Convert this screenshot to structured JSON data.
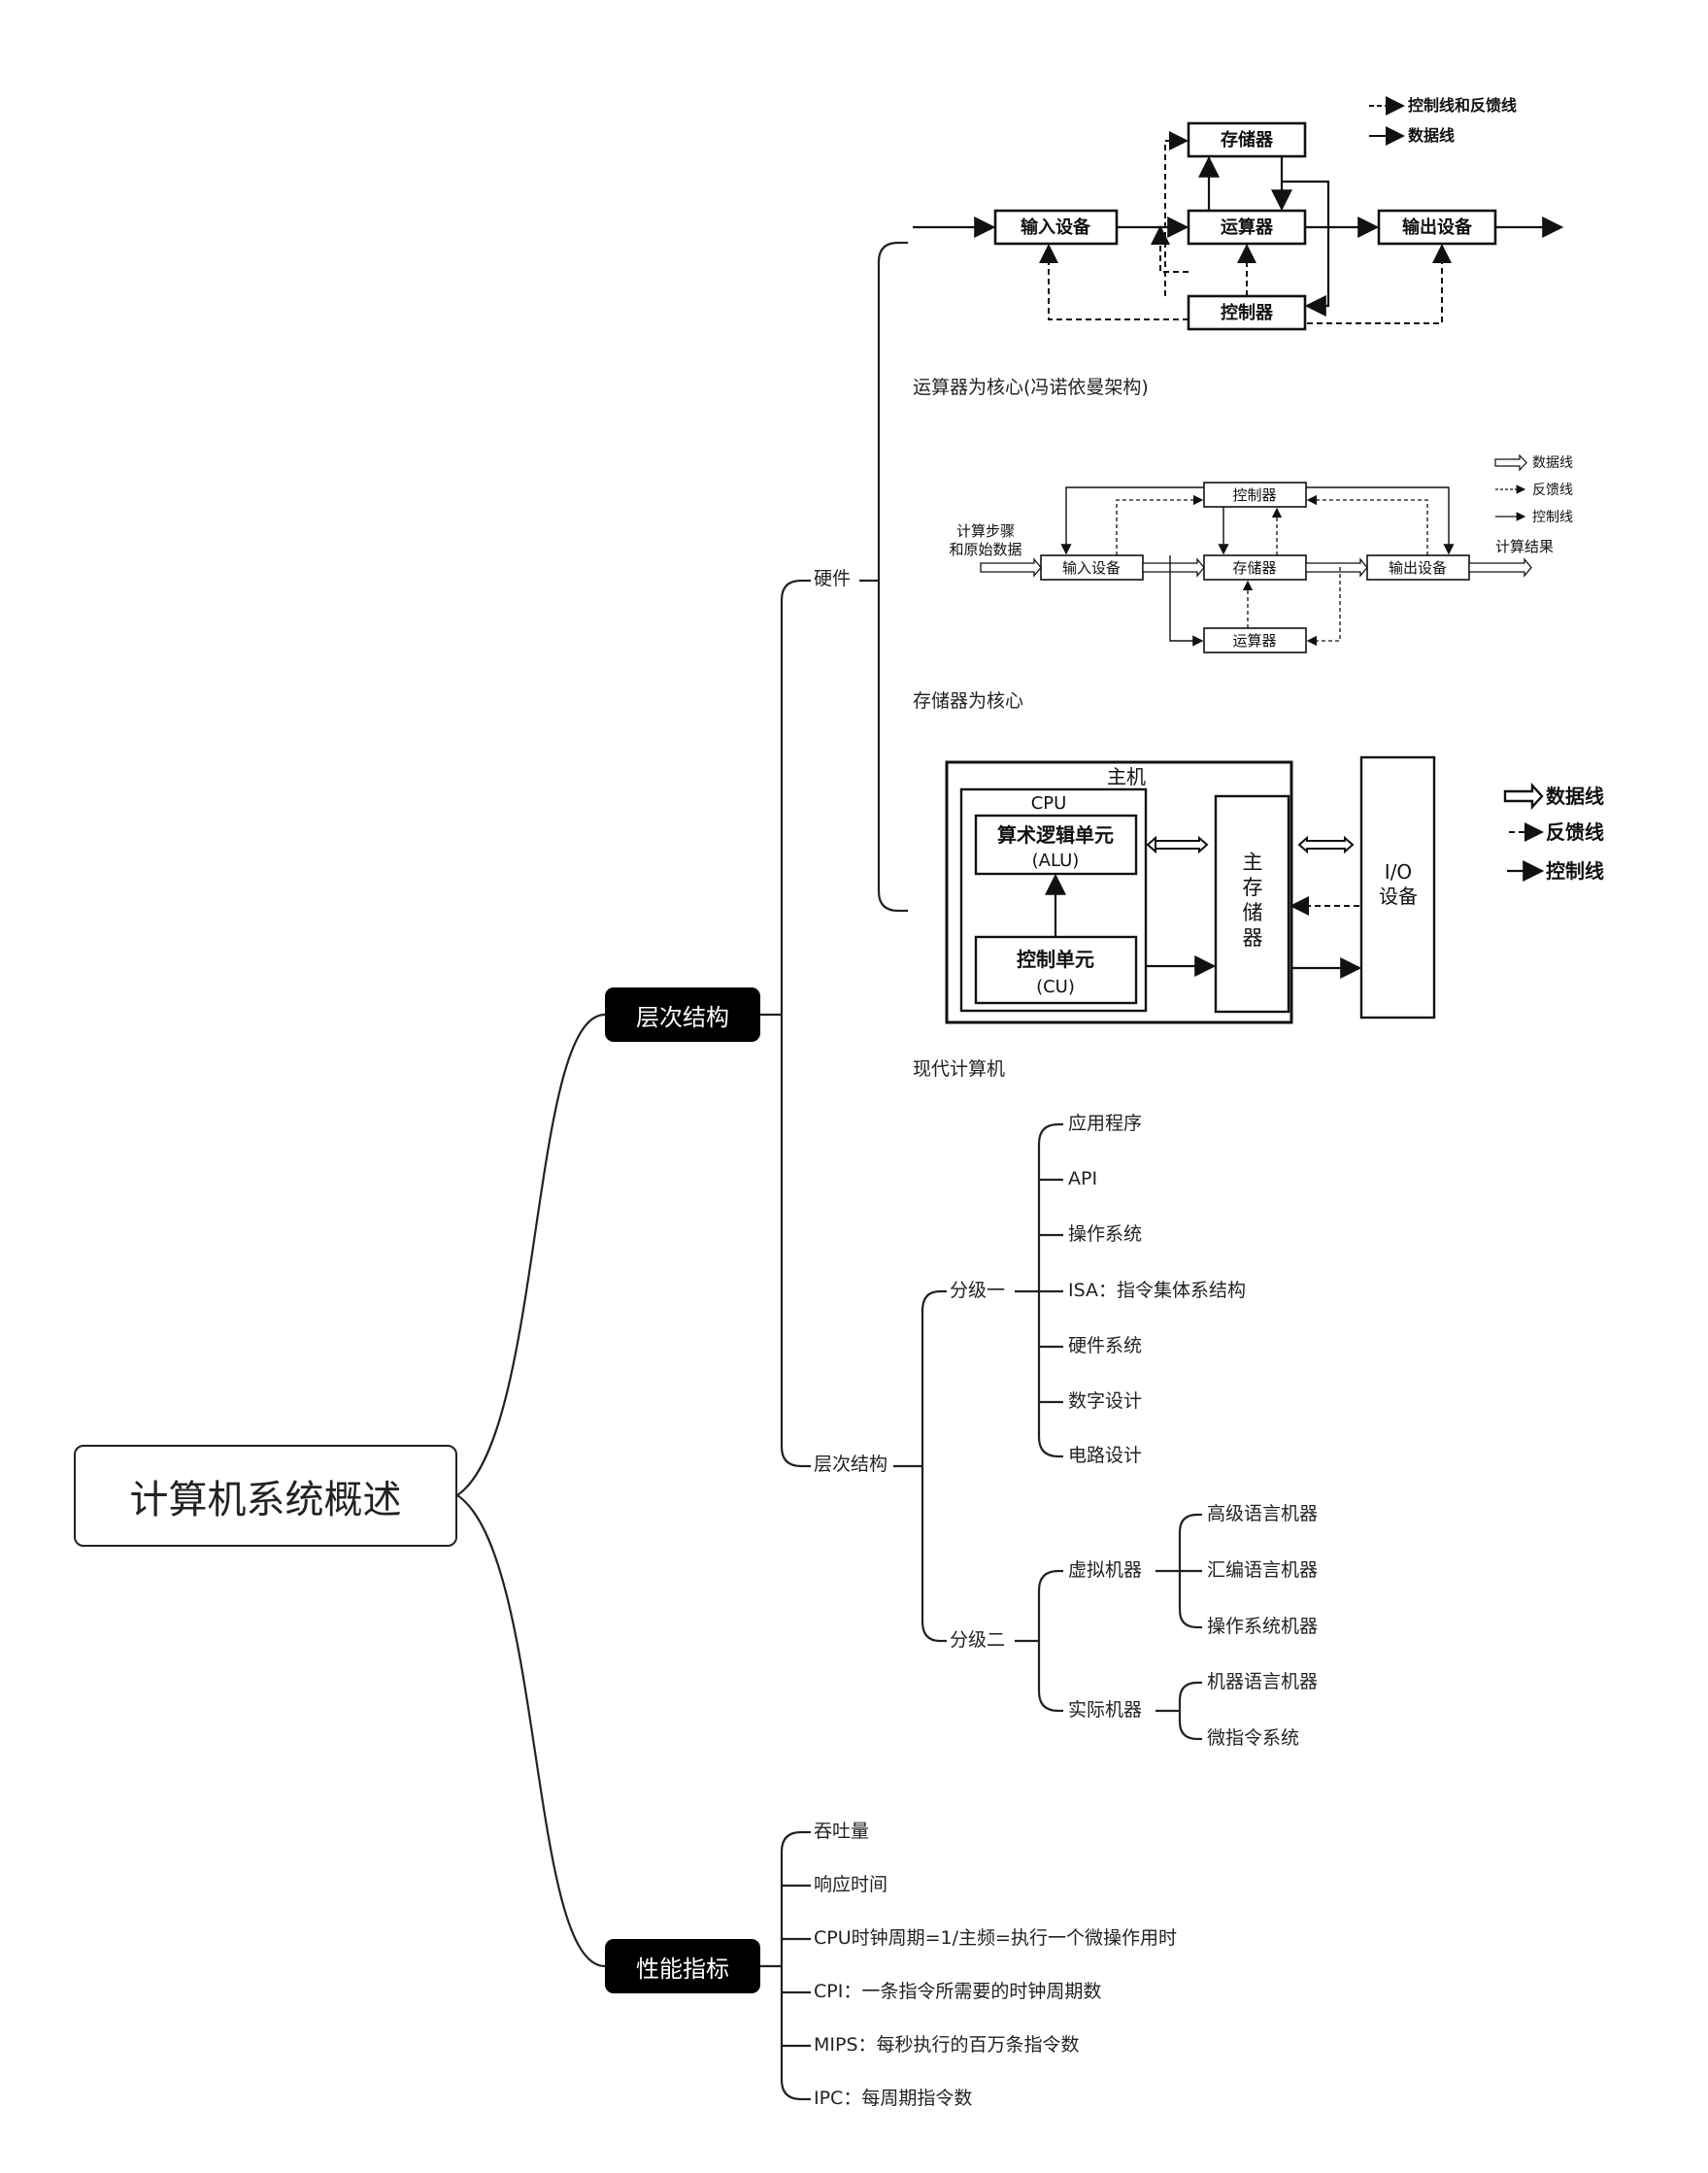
{
  "root": "计算机系统概述",
  "branches": {
    "structure": "层次结构",
    "performance": "性能指标"
  },
  "structure": {
    "hardware": "硬件",
    "levels": "层次结构"
  },
  "diagrams": {
    "von_neumann": {
      "caption": "运算器为核心(冯诺依曼架构)",
      "boxes": {
        "memory": "存储器",
        "input": "输入设备",
        "alu": "运算器",
        "output": "输出设备",
        "control": "控制器"
      },
      "legend": {
        "control_feedback": "控制线和反馈线",
        "data": "数据线"
      }
    },
    "memory_centered": {
      "caption": "存储器为核心",
      "boxes": {
        "control": "控制器",
        "input": "输入设备",
        "memory": "存储器",
        "output": "输出设备",
        "alu": "运算器"
      },
      "input_label_1": "计算步骤",
      "input_label_2": "和原始数据",
      "output_label": "计算结果",
      "legend": {
        "data": "数据线",
        "feedback": "反馈线",
        "control": "控制线"
      }
    },
    "modern": {
      "caption": "现代计算机",
      "host": "主机",
      "cpu": "CPU",
      "alu_1": "算术逻辑单元",
      "alu_2": "(ALU)",
      "cu_1": "控制单元",
      "cu_2": "(CU)",
      "main_memory": [
        "主",
        "存",
        "储",
        "器"
      ],
      "io_1": "I/O",
      "io_2": "设备",
      "legend": {
        "data": "数据线",
        "feedback": "反馈线",
        "control": "控制线"
      }
    }
  },
  "levels": {
    "grade1": {
      "label": "分级一",
      "items": [
        "应用程序",
        "API",
        "操作系统",
        "ISA：指令集体系结构",
        "硬件系统",
        "数字设计",
        "电路设计"
      ]
    },
    "grade2": {
      "label": "分级二",
      "virtual": {
        "label": "虚拟机器",
        "items": [
          "高级语言机器",
          "汇编语言机器",
          "操作系统机器"
        ]
      },
      "actual": {
        "label": "实际机器",
        "items": [
          "机器语言机器",
          "微指令系统"
        ]
      }
    }
  },
  "performance": {
    "items": [
      "吞吐量",
      "响应时间",
      "CPU时钟周期=1/主频=执行一个微操作用时",
      "CPI：一条指令所需要的时钟周期数",
      "MIPS：每秒执行的百万条指令数",
      "IPC：每周期指令数"
    ]
  }
}
